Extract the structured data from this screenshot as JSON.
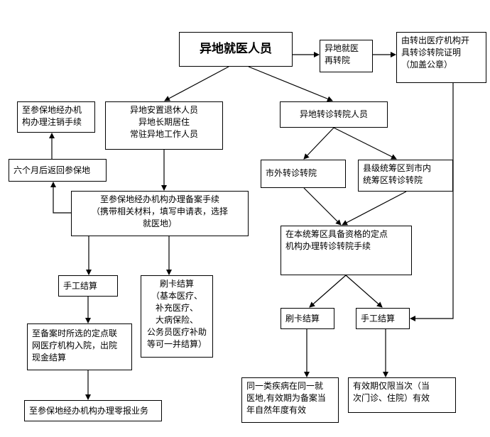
{
  "nodes": {
    "root": "异地就医人员",
    "remote_transfer": "异地就医\n再转院",
    "cert": "由转出医疗机构开\n具转诊转院证明\n（加盖公章）",
    "cancel": "至参保地经办机\n构办理注销手续",
    "retirees": "异地安置退休人员\n异地长期居住\n常驻异地工作人员",
    "transfer_people": "异地转诊转院人员",
    "return": "六个月后返回参保地",
    "outside_city": "市外转诊转院",
    "county_city": "县级统筹区到市内\n统筹区转诊转院",
    "filing": "至参保地经办机构办理备案手续\n（携带相关材料，填写申请表，选择\n就医地）",
    "local_institution": "在本统筹区具备资格的定点\n机构办理转诊转院手续",
    "manual_left": "手工结算",
    "card_left": "刷卡结算\n（基本医疗、\n补充医疗、\n大病保险、\n公务员医疗补助\n等可一并结算）",
    "card_right": "刷卡结算",
    "manual_right": "手工结算",
    "hospital": "至备案时所选的定点联\n网医疗机构入院，出院\n现金结算",
    "reimburse": "至参保地经办机构办理零报业务",
    "same_disease": "同一类疾病在同一就\n医地,有效期为备案当\n年自然年度有效",
    "validity": "有效期仅限当次（当\n次门诊、住院）有效"
  }
}
